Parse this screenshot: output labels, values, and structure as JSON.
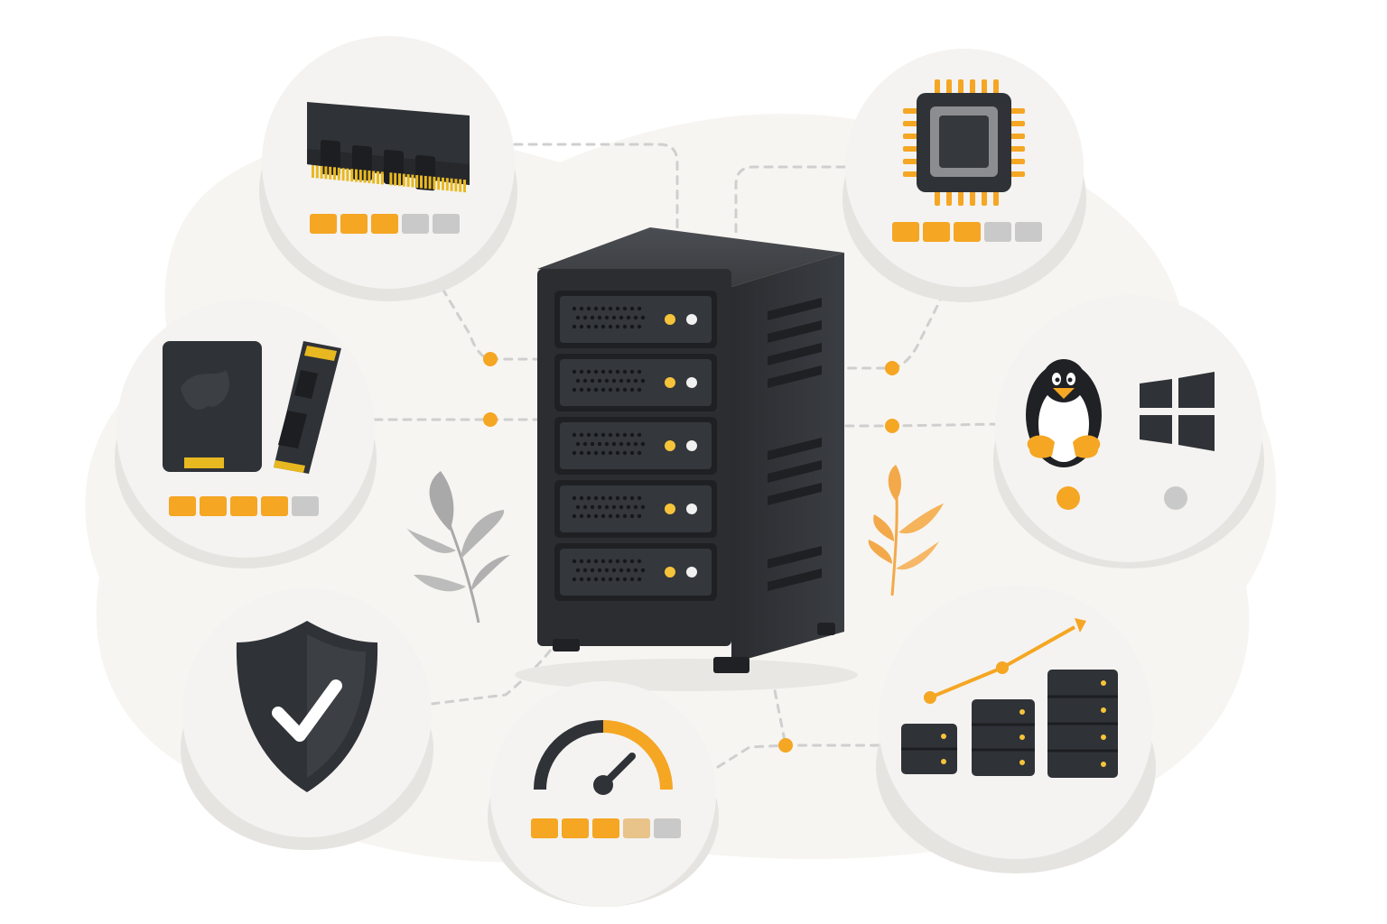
{
  "colors": {
    "accent": "#f5a623",
    "dark": "#2f3237",
    "darker": "#1f2125",
    "inactive": "#c9c9c9",
    "bubble": "#f4f3f1",
    "blob": "#f7f5f1",
    "connector": "#cfcfcf"
  },
  "nodes": [
    {
      "id": "ram",
      "icon": "ram-module-icon",
      "level": 3,
      "of": 5
    },
    {
      "id": "cpu",
      "icon": "cpu-chip-icon",
      "level": 3,
      "of": 5
    },
    {
      "id": "storage",
      "icon": "ssd-nvme-icon",
      "level": 4,
      "of": 5
    },
    {
      "id": "os",
      "icon": "linux-windows-icon",
      "selected": "linux"
    },
    {
      "id": "security",
      "icon": "shield-check-icon"
    },
    {
      "id": "performance",
      "icon": "speedometer-icon",
      "level": 3.5,
      "of": 5
    },
    {
      "id": "scaling",
      "icon": "scaling-servers-icon"
    }
  ],
  "center": {
    "icon": "server-tower-icon",
    "drive_bays": 5
  }
}
